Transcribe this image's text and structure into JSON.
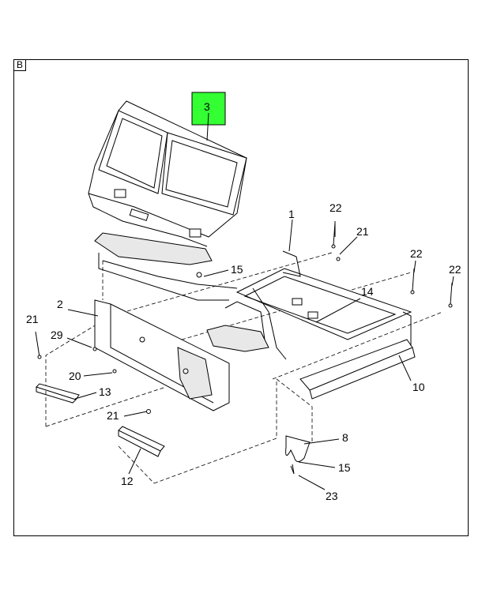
{
  "view_label": "B",
  "highlight_color": "#33ff33",
  "callouts": {
    "c1": "1",
    "c2": "2",
    "c3": "3",
    "c8": "8",
    "c10": "10",
    "c12": "12",
    "c13": "13",
    "c14": "14",
    "c15a": "15",
    "c15b": "15",
    "c20": "20",
    "c21a": "21",
    "c21b": "21",
    "c21c": "21",
    "c22a": "22",
    "c22b": "22",
    "c22c": "22",
    "c23": "23",
    "c29": "29"
  }
}
